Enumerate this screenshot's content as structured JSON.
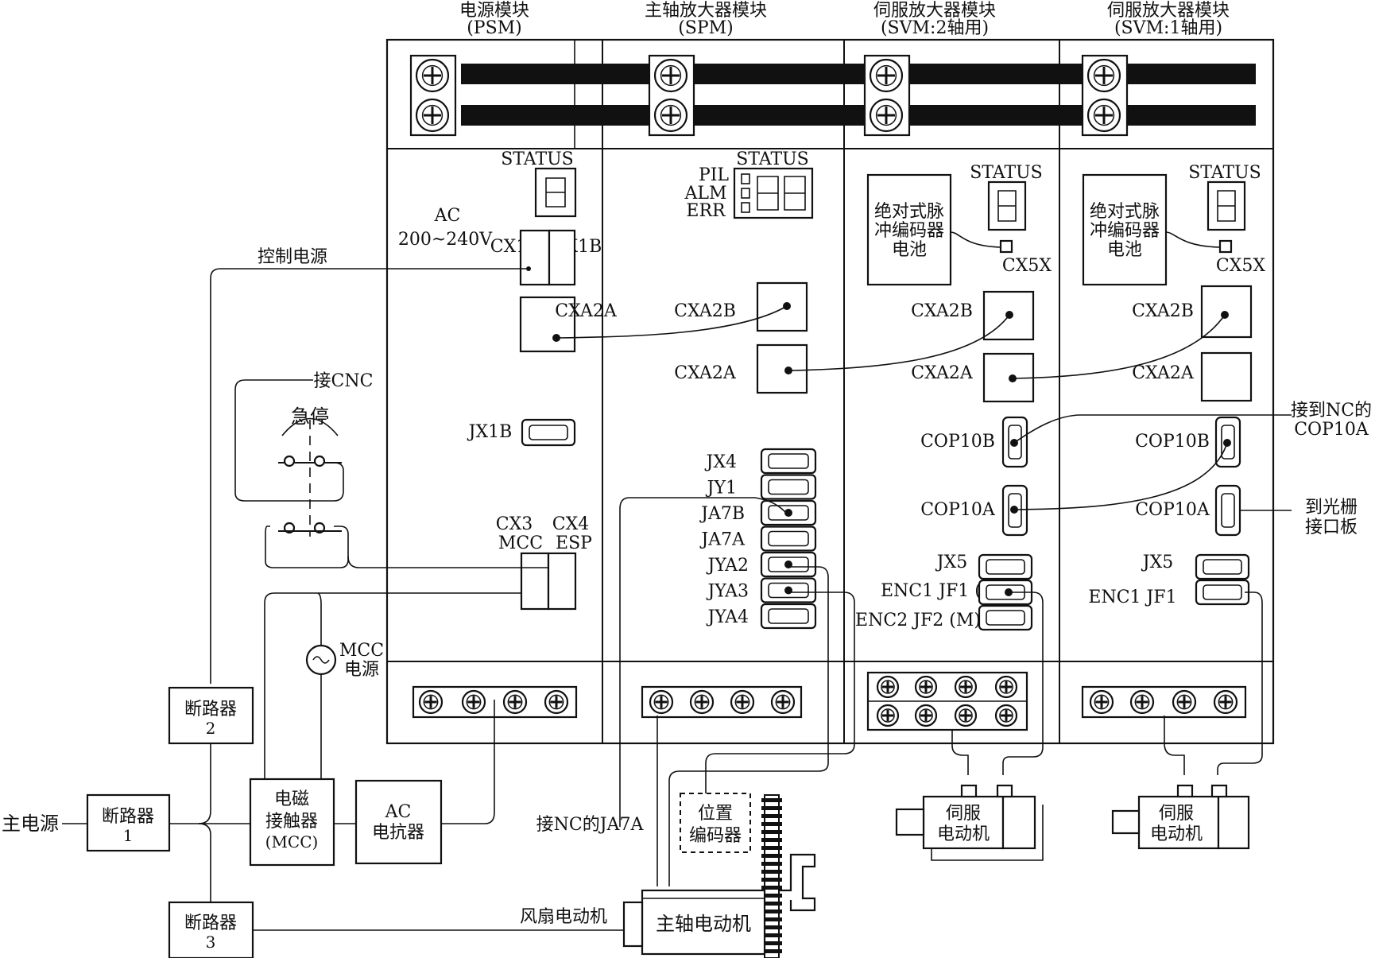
{
  "modules": {
    "psm": {
      "name": "电源模块",
      "code": "(PSM)"
    },
    "spm": {
      "name": "主轴放大器模块",
      "code": "(SPM)"
    },
    "svm2": {
      "name": "伺服放大器模块",
      "code": "(SVM:2轴用)"
    },
    "svm1": {
      "name": "伺服放大器模块",
      "code": "(SVM:1轴用)"
    }
  },
  "psm": {
    "status": "STATUS",
    "ac_line1": "AC",
    "ac_line2": "200~240V",
    "cx1a": "CX1A",
    "cx1b": "CX1B",
    "cxa2a": "CXA2A",
    "jx1b": "JX1B",
    "cx3_line1": "CX3",
    "cx3_line2": "MCC",
    "cx4_line1": "CX4",
    "cx4_line2": "ESP"
  },
  "spm": {
    "status": "STATUS",
    "pil": "PIL",
    "alm": "ALM",
    "err": "ERR",
    "cxa2b": "CXA2B",
    "cxa2a": "CXA2A",
    "connectors": [
      "JX4",
      "JY1",
      "JA7B",
      "JA7A",
      "JYA2",
      "JYA3",
      "JYA4"
    ]
  },
  "svm2": {
    "status": "STATUS",
    "battery_lines": [
      "绝对式脉",
      "冲编码器",
      "电池"
    ],
    "cx5x": "CX5X",
    "cxa2b": "CXA2B",
    "cxa2a": "CXA2A",
    "cop10b": "COP10B",
    "cop10a": "COP10A",
    "jx5": "JX5",
    "enc1": "ENC1 JF1 (L)",
    "enc2": "ENC2 JF2 (M)"
  },
  "svm1": {
    "status": "STATUS",
    "battery_lines": [
      "绝对式脉",
      "冲编码器",
      "电池"
    ],
    "cx5x": "CX5X",
    "cxa2b": "CXA2B",
    "cxa2a": "CXA2A",
    "cop10b": "COP10B",
    "cop10a": "COP10A",
    "jx5": "JX5",
    "enc1": "ENC1 JF1"
  },
  "external": {
    "control_power": "控制电源",
    "to_cnc": "接CNC",
    "estop": "急停",
    "mcc_power_line1": "MCC",
    "mcc_power_line2": "电源",
    "main_power": "主电源",
    "breaker1": [
      "断路器",
      "1"
    ],
    "breaker2": [
      "断路器",
      "2"
    ],
    "breaker3": [
      "断路器",
      "3"
    ],
    "contactor": [
      "电磁",
      "接触器",
      "(MCC)"
    ],
    "reactor": [
      "AC",
      "电抗器"
    ],
    "to_nc_ja7a": "接NC的JA7A",
    "position_encoder": [
      "位置",
      "编码器"
    ],
    "fan_motor": "风扇电动机",
    "spindle_motor": "主轴电动机",
    "servo_motor_2": [
      "伺服",
      "电动机"
    ],
    "servo_motor_1": [
      "伺服",
      "电动机"
    ],
    "to_nc_cop10a": [
      "接到NC的",
      "COP10A"
    ],
    "to_grating": [
      "到光栅",
      "接口板"
    ]
  }
}
